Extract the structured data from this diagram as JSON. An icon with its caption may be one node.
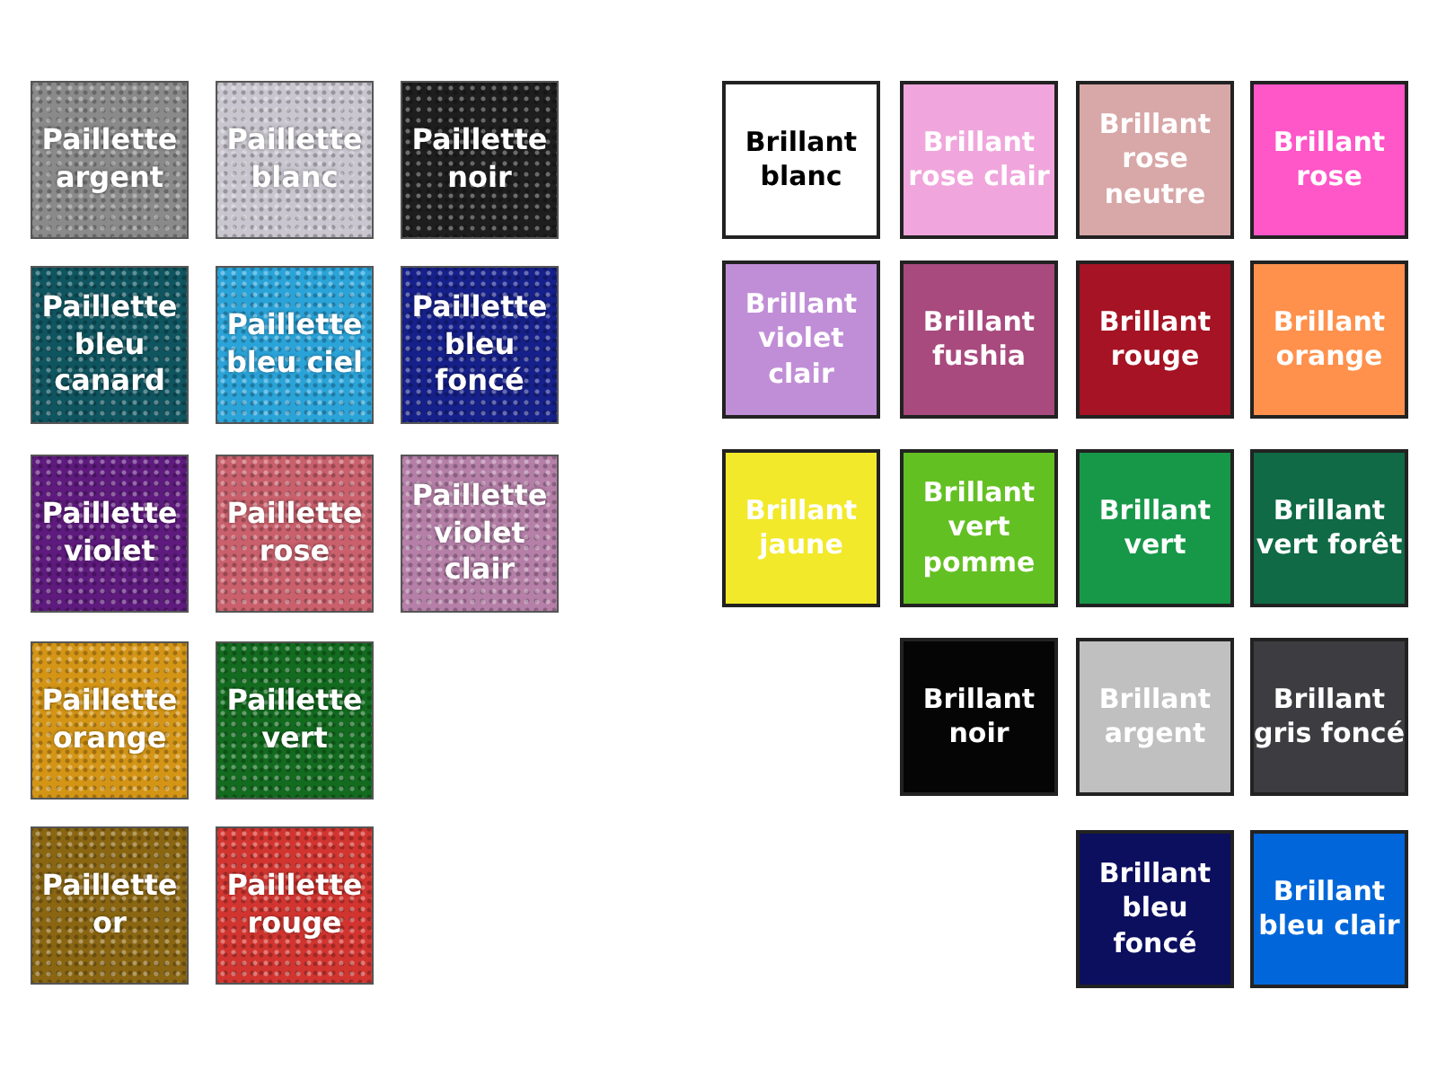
{
  "diagram": {
    "nodes": [
      {
        "text": [
          "Paillette argent"
        ]
      },
      {
        "text": [
          "Paillette blanc"
        ]
      },
      {
        "text": [
          "Paillette noir"
        ]
      },
      {
        "text": [
          "Paillette bleu canard"
        ]
      },
      {
        "text": [
          "Paillette bleu ciel"
        ]
      },
      {
        "text": [
          "Paillette bleu foncé"
        ]
      },
      {
        "text": [
          "Paillette violet"
        ]
      },
      {
        "text": [
          "Paillette rose"
        ]
      },
      {
        "text": [
          "Paillette violet clair"
        ]
      },
      {
        "text": [
          "Paillette orange"
        ]
      },
      {
        "text": [
          "Paillette vert"
        ]
      },
      {
        "text": [
          "Paillette or"
        ]
      },
      {
        "text": [
          "Paillette rouge"
        ]
      },
      {
        "text": [
          "Brillant blanc"
        ]
      },
      {
        "text": [
          "Brillant rose clair"
        ]
      },
      {
        "text": [
          "Brillant rose neutre"
        ]
      },
      {
        "text": [
          "Brillant rose"
        ]
      },
      {
        "text": [
          "Brillant violet clair"
        ]
      },
      {
        "text": [
          "Brillant fushia"
        ]
      },
      {
        "text": [
          "Brillant rouge"
        ]
      },
      {
        "text": [
          "Brillant orange"
        ]
      },
      {
        "text": [
          "Brillant jaune"
        ]
      },
      {
        "text": [
          "Brillant vert pomme"
        ]
      },
      {
        "text": [
          "Brillant vert"
        ]
      },
      {
        "text": [
          "Brillant vert forêt"
        ]
      },
      {
        "text": [
          "Brillant noir"
        ]
      },
      {
        "text": [
          "Brillant argent"
        ]
      },
      {
        "text": [
          "Brillant gris foncé"
        ]
      },
      {
        "text": [
          "Brillant bleu foncé"
        ]
      },
      {
        "text": [
          "Brillant bleu clair"
        ]
      }
    ]
  }
}
